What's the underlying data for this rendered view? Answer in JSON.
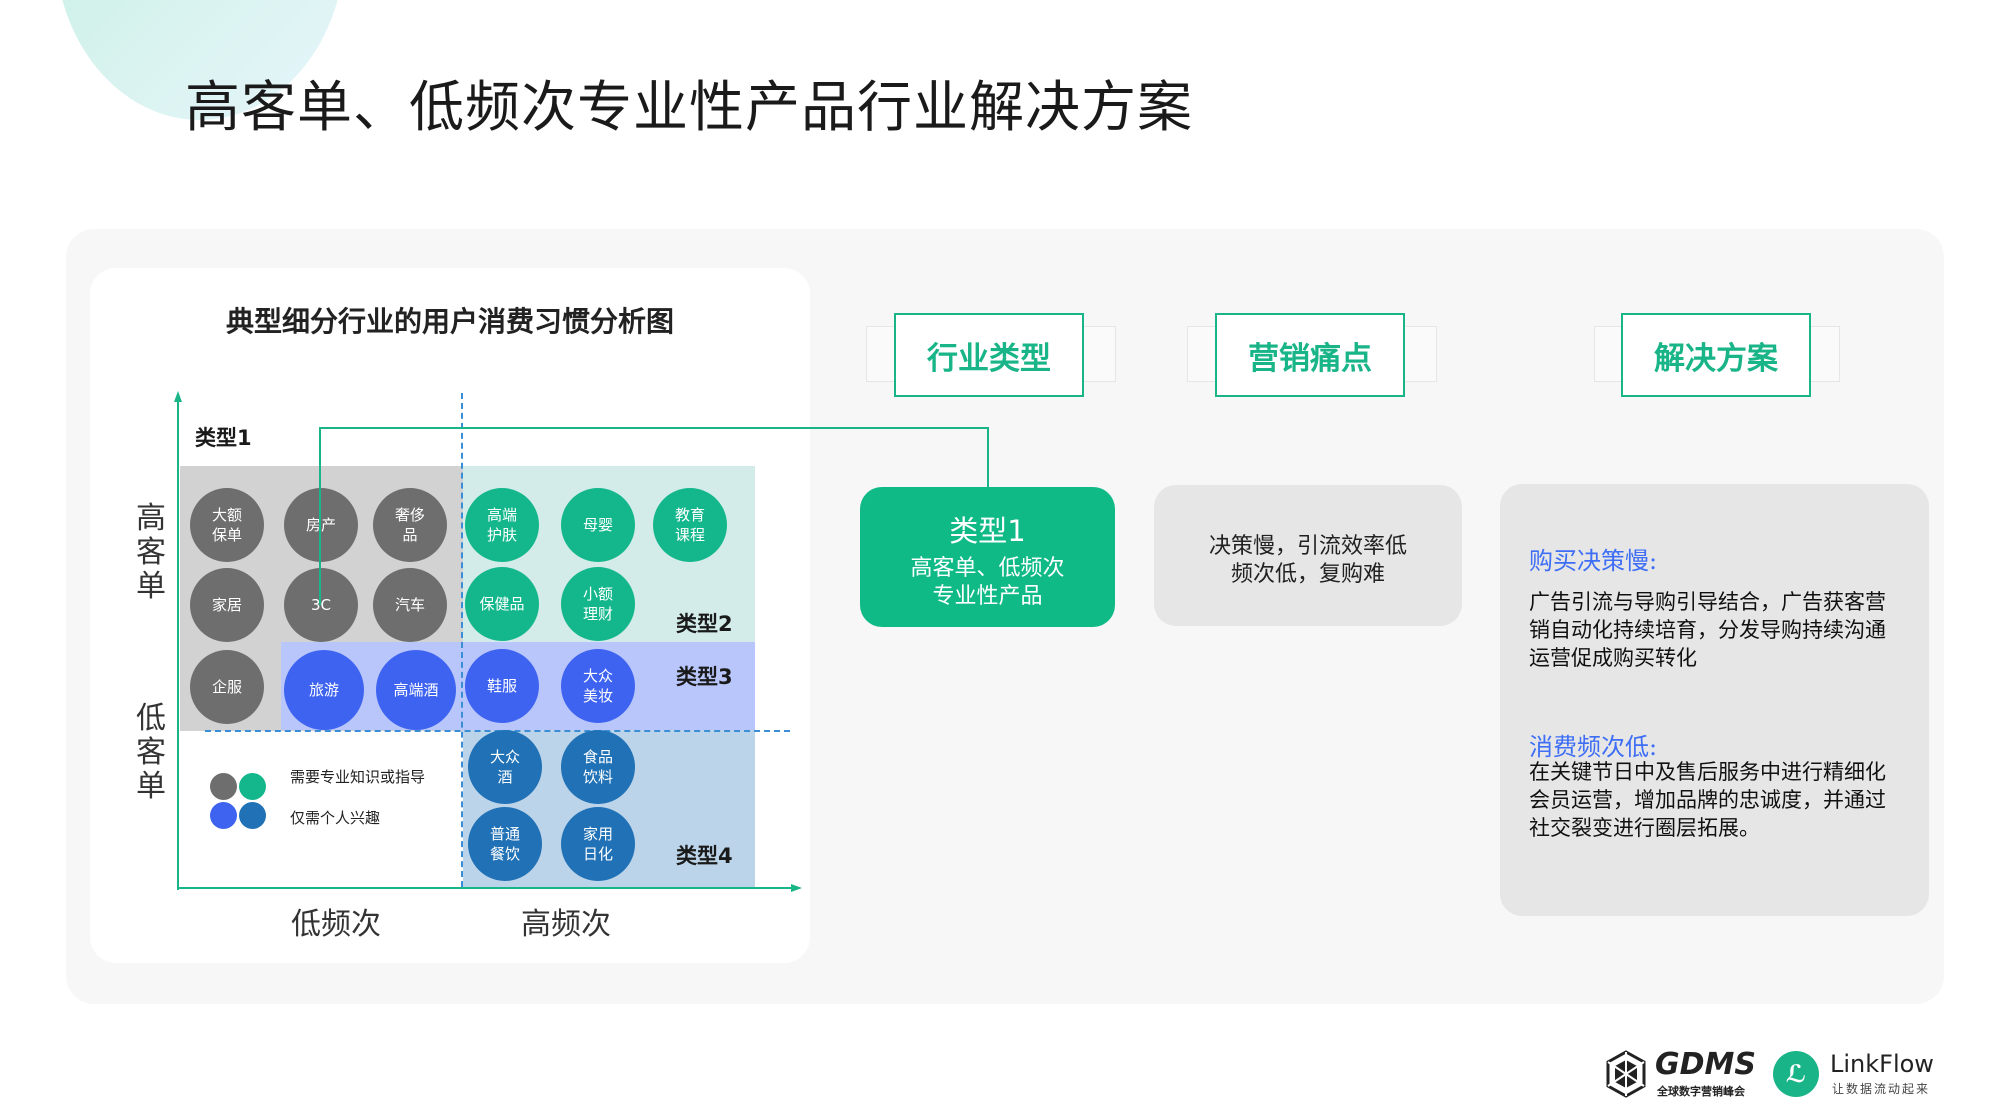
{
  "page_title": "高客单、低频次专业性产品行业解决方案",
  "chart": {
    "title": "典型细分行业的用户消费习惯分析图",
    "type_labels": {
      "t1": "类型1",
      "t2": "类型2",
      "t3": "类型3",
      "t4": "类型4"
    },
    "y_axis": {
      "high": "高客单",
      "low": "低客单"
    },
    "x_axis": {
      "low": "低频次",
      "high": "高频次"
    },
    "circles": {
      "c1": "大额\n保单",
      "c2": "房产",
      "c3": "奢侈\n品",
      "c4": "家居",
      "c5": "3C",
      "c6": "汽车",
      "c7": "企服",
      "c8": "旅游",
      "c9": "高端酒",
      "c10": "高端\n护肤",
      "c11": "母婴",
      "c12": "教育\n课程",
      "c13": "保健品",
      "c14": "小额\n理财",
      "c15": "鞋服",
      "c16": "大众\n美妆",
      "c17": "大众\n酒",
      "c18": "食品\n饮料",
      "c19": "普通\n餐饮",
      "c20": "家用\n日化"
    },
    "legend": {
      "top": "需要专业知识或指导",
      "bottom": "仅需个人兴趣"
    },
    "colors": {
      "gray": "#6e6e6e",
      "teal": "#14b78b",
      "blue": "#3e63f0",
      "navy": "#2071b5"
    }
  },
  "headers": {
    "industry": "行业类型",
    "pain": "营销痛点",
    "solution": "解决方案"
  },
  "type_card": {
    "title": "类型1",
    "line1": "高客单、低频次",
    "line2": "专业性产品"
  },
  "pain_card": {
    "line1": "决策慢，引流效率低",
    "line2": "频次低，复购难"
  },
  "solution_card": {
    "h1": "购买决策慢:",
    "p1": "广告引流与导购引导结合，广告获客营销自动化持续培育，分发导购持续沟通运营促成购买转化",
    "h2": "消费频次低:",
    "p2": "在关键节日中及售后服务中进行精细化会员运营，增加品牌的忠诚度，并通过社交裂变进行圈层拓展。"
  },
  "logos": {
    "gdms": "GDMS",
    "gdms_sub": "全球数字营销峰会",
    "linkflow": "LinkFlow",
    "linkflow_sub": "让数据流动起来"
  },
  "accent": "#19b487"
}
